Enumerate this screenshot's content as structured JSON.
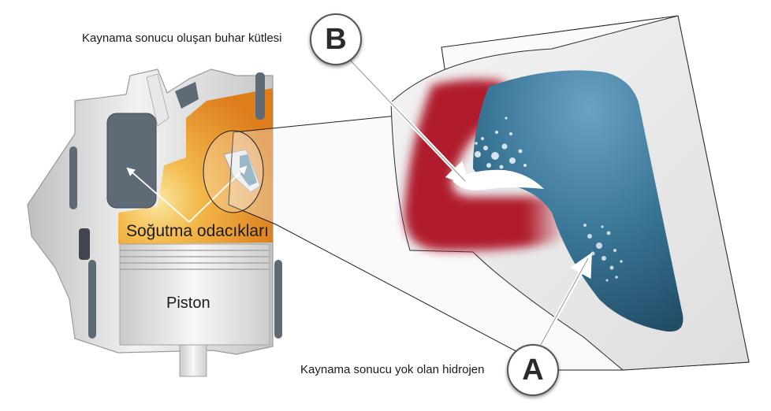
{
  "labels": {
    "vapor_mass": "Kaynama sonucu oluşan buhar kütlesi",
    "hydrogen_loss": "Kaynama sonucu yok olan hidrojen",
    "cooling_chambers": "Soğutma odacıkları",
    "piston": "Piston"
  },
  "markers": {
    "b": "B",
    "a": "A"
  },
  "colors": {
    "hot_orange": "#e0891f",
    "hot_red": "#b01e2e",
    "coolant_blue": "#2e6585",
    "metal_gray": "#dcdcdc",
    "chamber_slate": "#5c6a76"
  }
}
